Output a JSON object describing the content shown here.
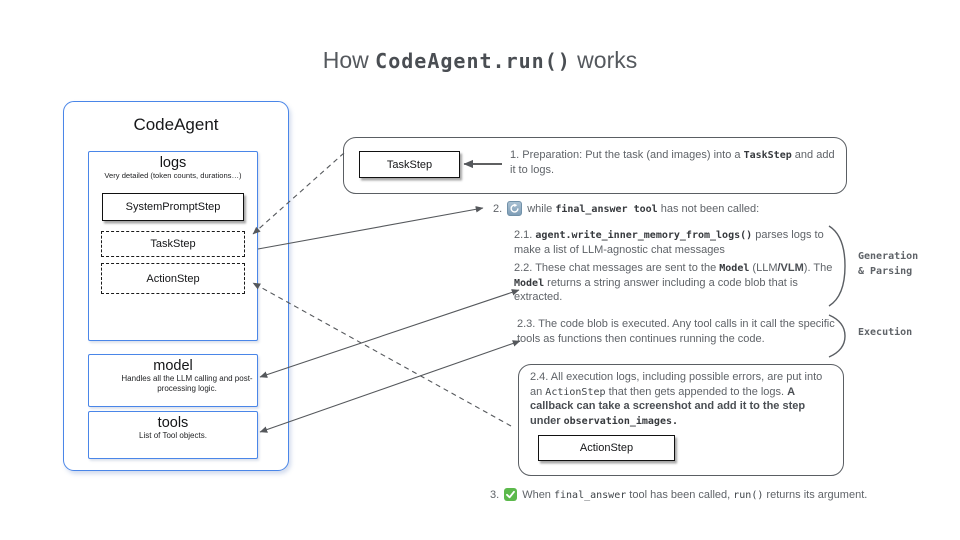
{
  "title": {
    "pre": "How ",
    "code": "CodeAgent.run()",
    "post": " works"
  },
  "agent_panel": {
    "title": "CodeAgent",
    "logs": {
      "title": "logs",
      "subtitle": "Very detailed (token counts, durations…)",
      "items": [
        {
          "label": "SystemPromptStep",
          "variant": "solid"
        },
        {
          "label": "TaskStep",
          "variant": "dashed"
        },
        {
          "label": "ActionStep",
          "variant": "dashed"
        }
      ]
    },
    "model": {
      "title": "model",
      "subtitle": "Handles all the LLM calling and post-processing logic."
    },
    "tools": {
      "title": "tools",
      "subtitle": "List of Tool objects."
    }
  },
  "flow": {
    "step1": {
      "tag": "TaskStep",
      "segments": [
        {
          "t": "1.  Preparation: Put the task (and images) into a "
        },
        {
          "t": "TaskStep",
          "s": "codeb"
        },
        {
          "t": " and add it to logs."
        }
      ]
    },
    "step2": {
      "num": "2.",
      "icon": "loop-icon",
      "segments": [
        {
          "t": "while "
        },
        {
          "t": "final_answer tool",
          "s": "codeb"
        },
        {
          "t": " has not been called:"
        }
      ]
    },
    "step21": {
      "segments": [
        {
          "t": "2.1. "
        },
        {
          "t": "agent.write_inner_memory_from_logs()",
          "s": "codeb"
        },
        {
          "t": " parses logs to make a list of LLM-agnostic chat messages"
        }
      ]
    },
    "step22": {
      "segments": [
        {
          "t": "2.2. These chat messages are sent to the "
        },
        {
          "t": "Model",
          "s": "codeb"
        },
        {
          "t": " (LLM"
        },
        {
          "t": "/VLM",
          "s": "b"
        },
        {
          "t": "). The "
        },
        {
          "t": "Model",
          "s": "codeb"
        },
        {
          "t": " returns a string answer including a code blob that is extracted."
        }
      ]
    },
    "step23": {
      "segments": [
        {
          "t": "2.3. The code blob is executed. Any tool calls in it call the specific tools as functions then continues running the code."
        }
      ]
    },
    "step24": {
      "tag": "ActionStep",
      "segments": [
        {
          "t": "2.4. All execution logs, including possible errors, are put into an "
        },
        {
          "t": "ActionStep",
          "s": "code"
        },
        {
          "t": " that then gets appended to the logs. "
        },
        {
          "t": "A callback can  take a screenshot and add it to the step under ",
          "s": "b"
        },
        {
          "t": "observation_images.",
          "s": "codeb"
        }
      ]
    },
    "step3": {
      "num": "3.",
      "icon": "check-icon",
      "segments": [
        {
          "t": "When "
        },
        {
          "t": "final_answer",
          "s": "code"
        },
        {
          "t": " tool has been called, "
        },
        {
          "t": "run()",
          "s": "code"
        },
        {
          "t": " returns its argument."
        }
      ]
    }
  },
  "side_labels": {
    "generation": "Generation\n& Parsing",
    "execution": "Execution"
  },
  "colors": {
    "panel_blue": "#4a86e8",
    "text_gray": "#5f6368",
    "arrow_gray": "#55585c",
    "check_green": "#5cb94c",
    "loop_blue": "#8ea7bc"
  }
}
